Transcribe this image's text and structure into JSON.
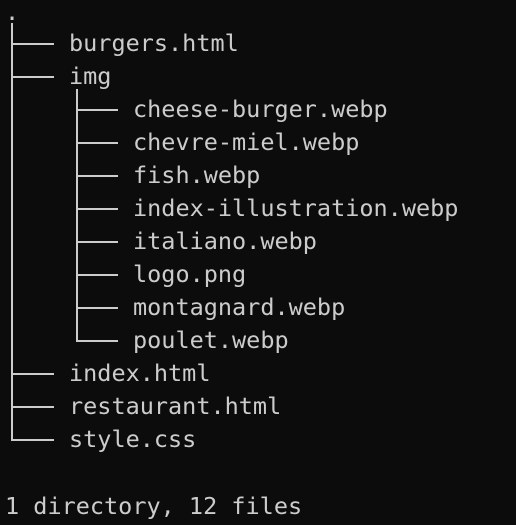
{
  "terminal": {
    "root": ".",
    "entries": [
      {
        "depth": 0,
        "name": "burgers.html",
        "last": false
      },
      {
        "depth": 0,
        "name": "img",
        "last": false
      },
      {
        "depth": 1,
        "name": "cheese-burger.webp",
        "last": false
      },
      {
        "depth": 1,
        "name": "chevre-miel.webp",
        "last": false
      },
      {
        "depth": 1,
        "name": "fish.webp",
        "last": false
      },
      {
        "depth": 1,
        "name": "index-illustration.webp",
        "last": false
      },
      {
        "depth": 1,
        "name": "italiano.webp",
        "last": false
      },
      {
        "depth": 1,
        "name": "logo.png",
        "last": false
      },
      {
        "depth": 1,
        "name": "montagnard.webp",
        "last": false
      },
      {
        "depth": 1,
        "name": "poulet.webp",
        "last": true
      },
      {
        "depth": 0,
        "name": "index.html",
        "last": false
      },
      {
        "depth": 0,
        "name": "restaurant.html",
        "last": false
      },
      {
        "depth": 0,
        "name": "style.css",
        "last": true
      }
    ],
    "summary": "1 directory, 12 files"
  },
  "colors": {
    "background": "#0c0c0c",
    "foreground": "#cccccc"
  }
}
